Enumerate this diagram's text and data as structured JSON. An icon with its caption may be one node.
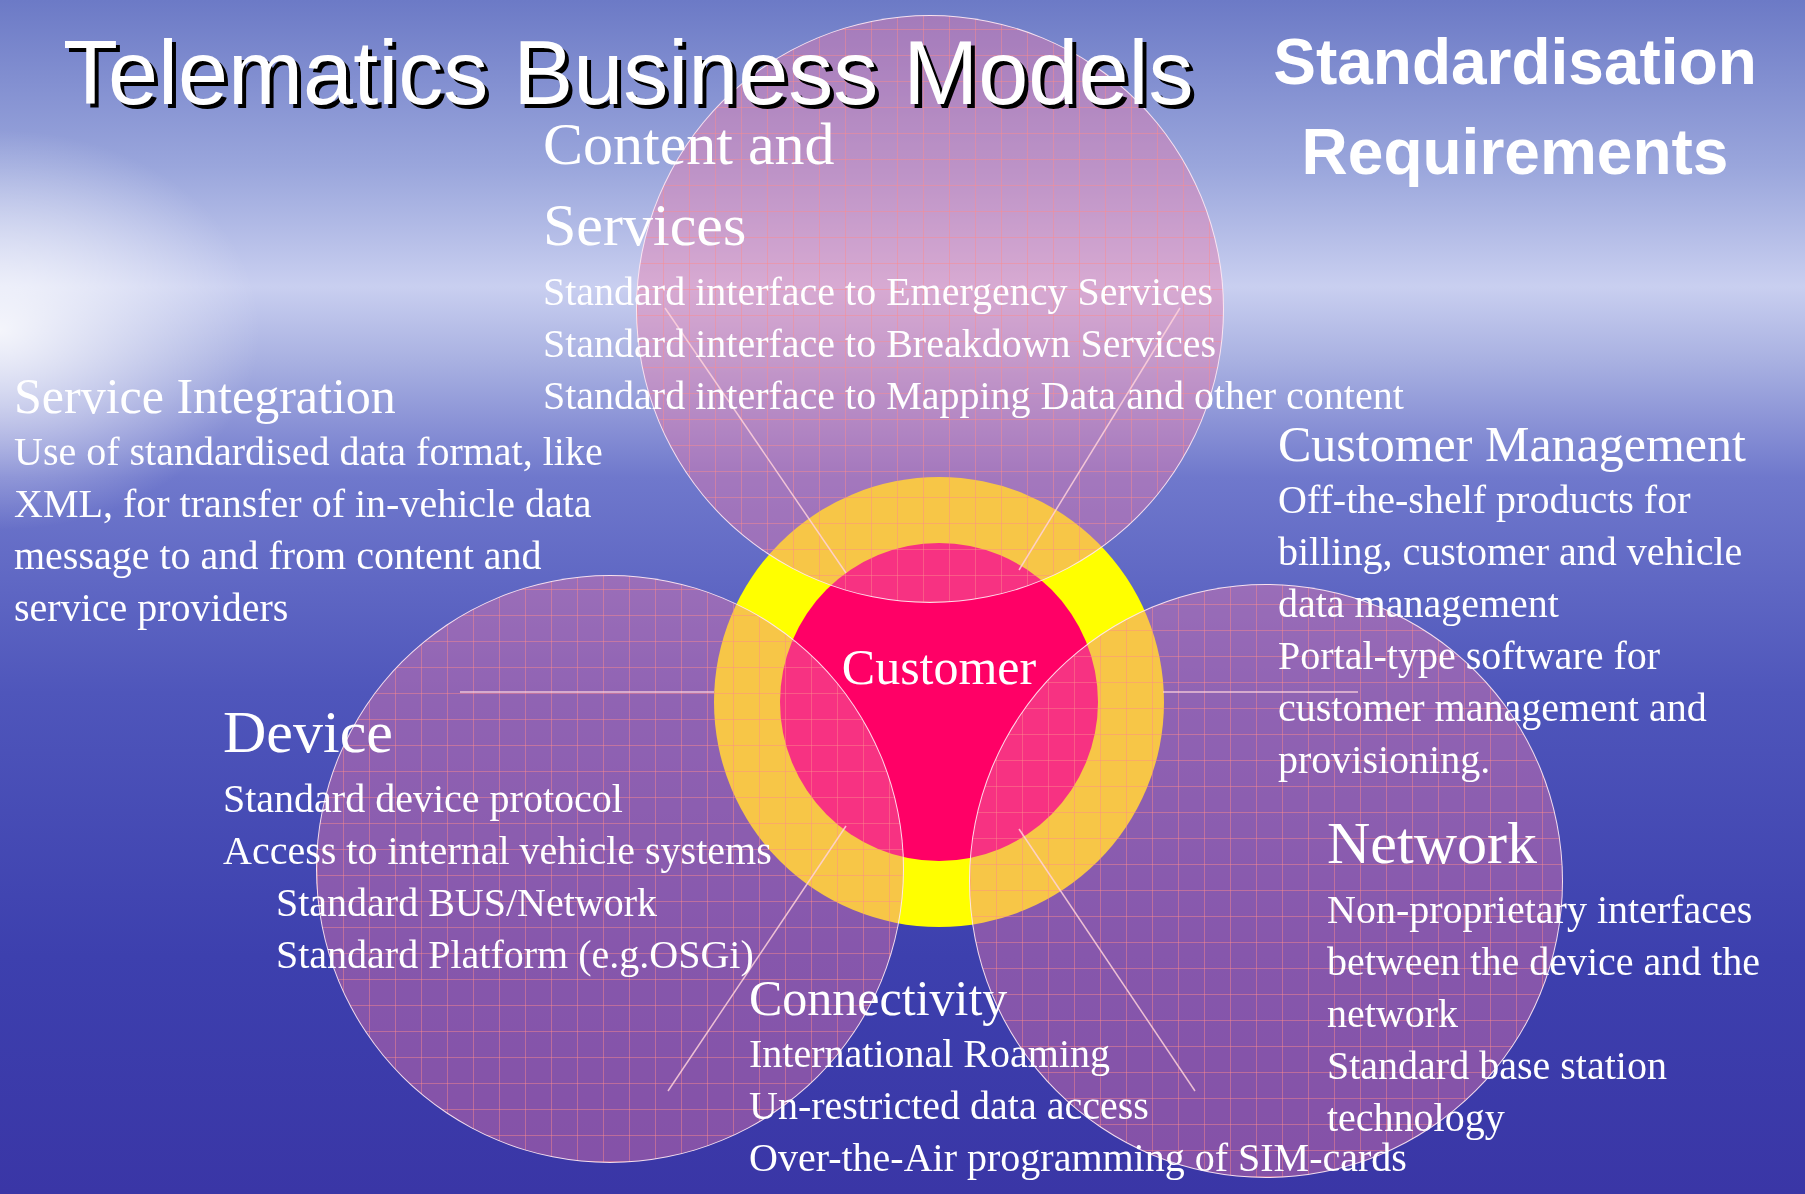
{
  "diagram": {
    "title": "Telematics Business Models",
    "nodes": [
      {
        "text": [
          "Content and Services",
          "Standard interface to Emergency Services",
          "Standard interface to Breakdown Services",
          "Standard interface to Mapping Data and other content"
        ]
      },
      {
        "text": [],
        "shape": "circle"
      },
      {
        "text": [
          "Customer"
        ],
        "in": 1
      },
      {
        "text": [
          "Device",
          "Standard device protocol",
          "Access to internal vehicle systems",
          "Standard BUS/Network",
          "Standard Platform (e.g.OSGi)"
        ]
      },
      {
        "text": [
          "Network",
          "Non-proprietary interfaces between the device and the network",
          "Standard base station technology"
        ]
      }
    ],
    "edges": [],
    "labels": [
      "Standardisation Requirements",
      "Service Integration",
      "Use of standardised data format, like XML, for transfer of in-vehicle data message to and from content and service providers",
      "Customer Management",
      "Off-the-shelf products for billing, customer and vehicle data management",
      "Portal-type software for customer management and provisioning.",
      "Connectivity",
      "International Roaming",
      "Un-restricted data access",
      "Over-the-Air programming of SIM-cards"
    ]
  }
}
